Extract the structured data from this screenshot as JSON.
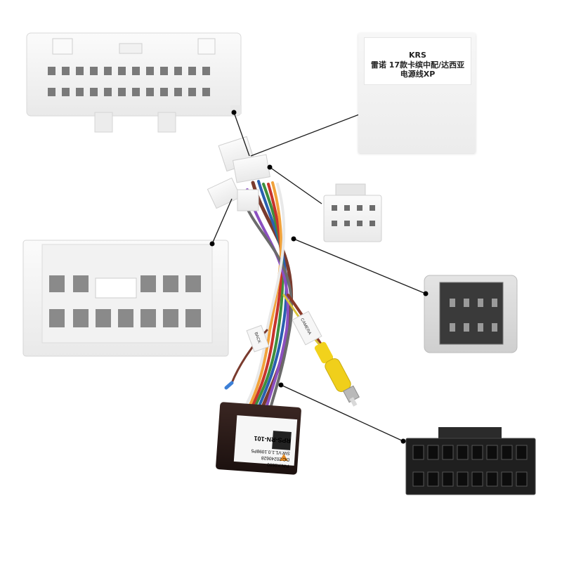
{
  "label_card": {
    "line1": "KRS",
    "line2": "雷诺 17款卡缤中配/达西亚",
    "line3": "电源线XP"
  },
  "module": {
    "model": "RPS-RN-101",
    "sw": "SW:V1.1.0.1098P5",
    "dc": "DC:20240628",
    "pn": "P/N:K0590"
  },
  "tags": {
    "back": "BACK",
    "camera": "CAMERA"
  },
  "colors": {
    "connector_white": "#f4f4f4",
    "connector_grey": "#d8d8d8",
    "connector_black": "#1f1f1f",
    "rca_yellow": "#f2d21c",
    "module_body": "#2a1a17",
    "pointer_line": "#1a1a1a"
  }
}
